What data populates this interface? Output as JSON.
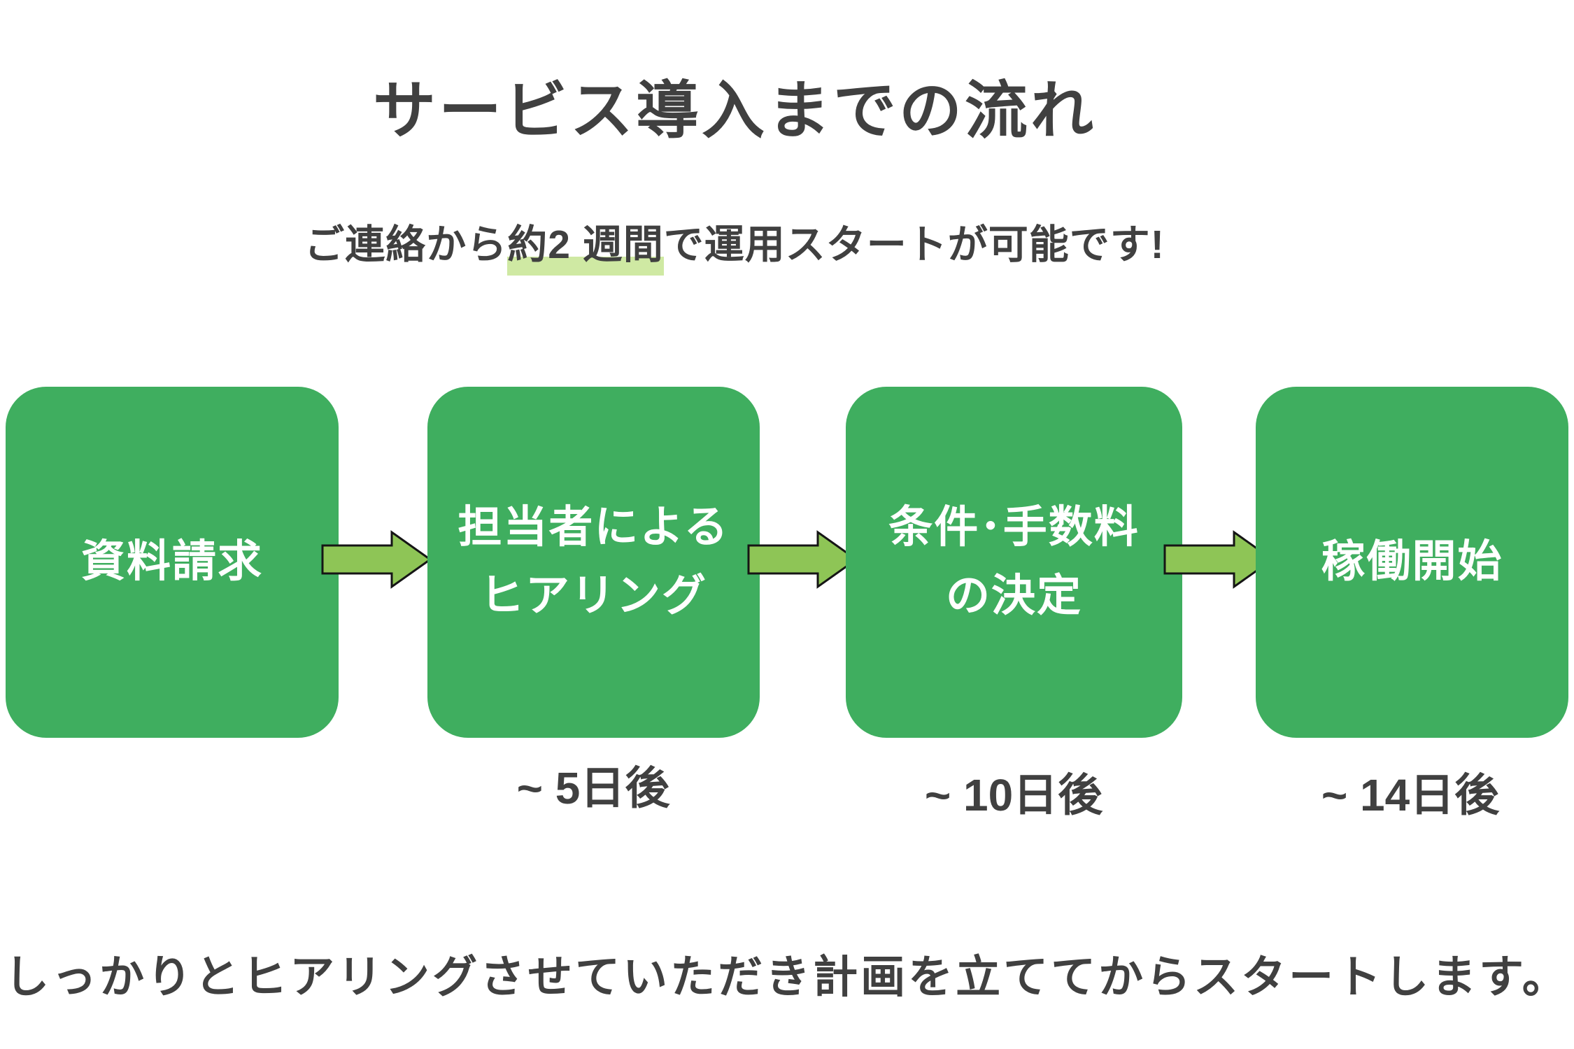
{
  "header": {
    "title": "サービス導入までの流れ",
    "subtitle_prefix": "ご連絡から",
    "subtitle_highlight": "約2 週間",
    "subtitle_suffix": "で運用スタートが可能です!"
  },
  "flow": {
    "steps": [
      {
        "label": "資料請求",
        "day": ""
      },
      {
        "label": "担当者による\nヒアリング",
        "day": "~ 5日後"
      },
      {
        "label": "条件･手数料\nの決定",
        "day": "~ 10日後"
      },
      {
        "label": "稼働開始",
        "day": "~ 14日後"
      }
    ],
    "arrow_icon": "arrow-right-icon"
  },
  "footer": {
    "note": "しっかりとヒアリングさせていただき計画を立ててからスタートします。"
  },
  "colors": {
    "box_green": "#3fae5f",
    "arrow_fill": "#8ec556",
    "arrow_outline": "#151515",
    "highlight_green": "#cfe9a3",
    "text_dark": "#404040",
    "box_text": "#ffffff"
  }
}
